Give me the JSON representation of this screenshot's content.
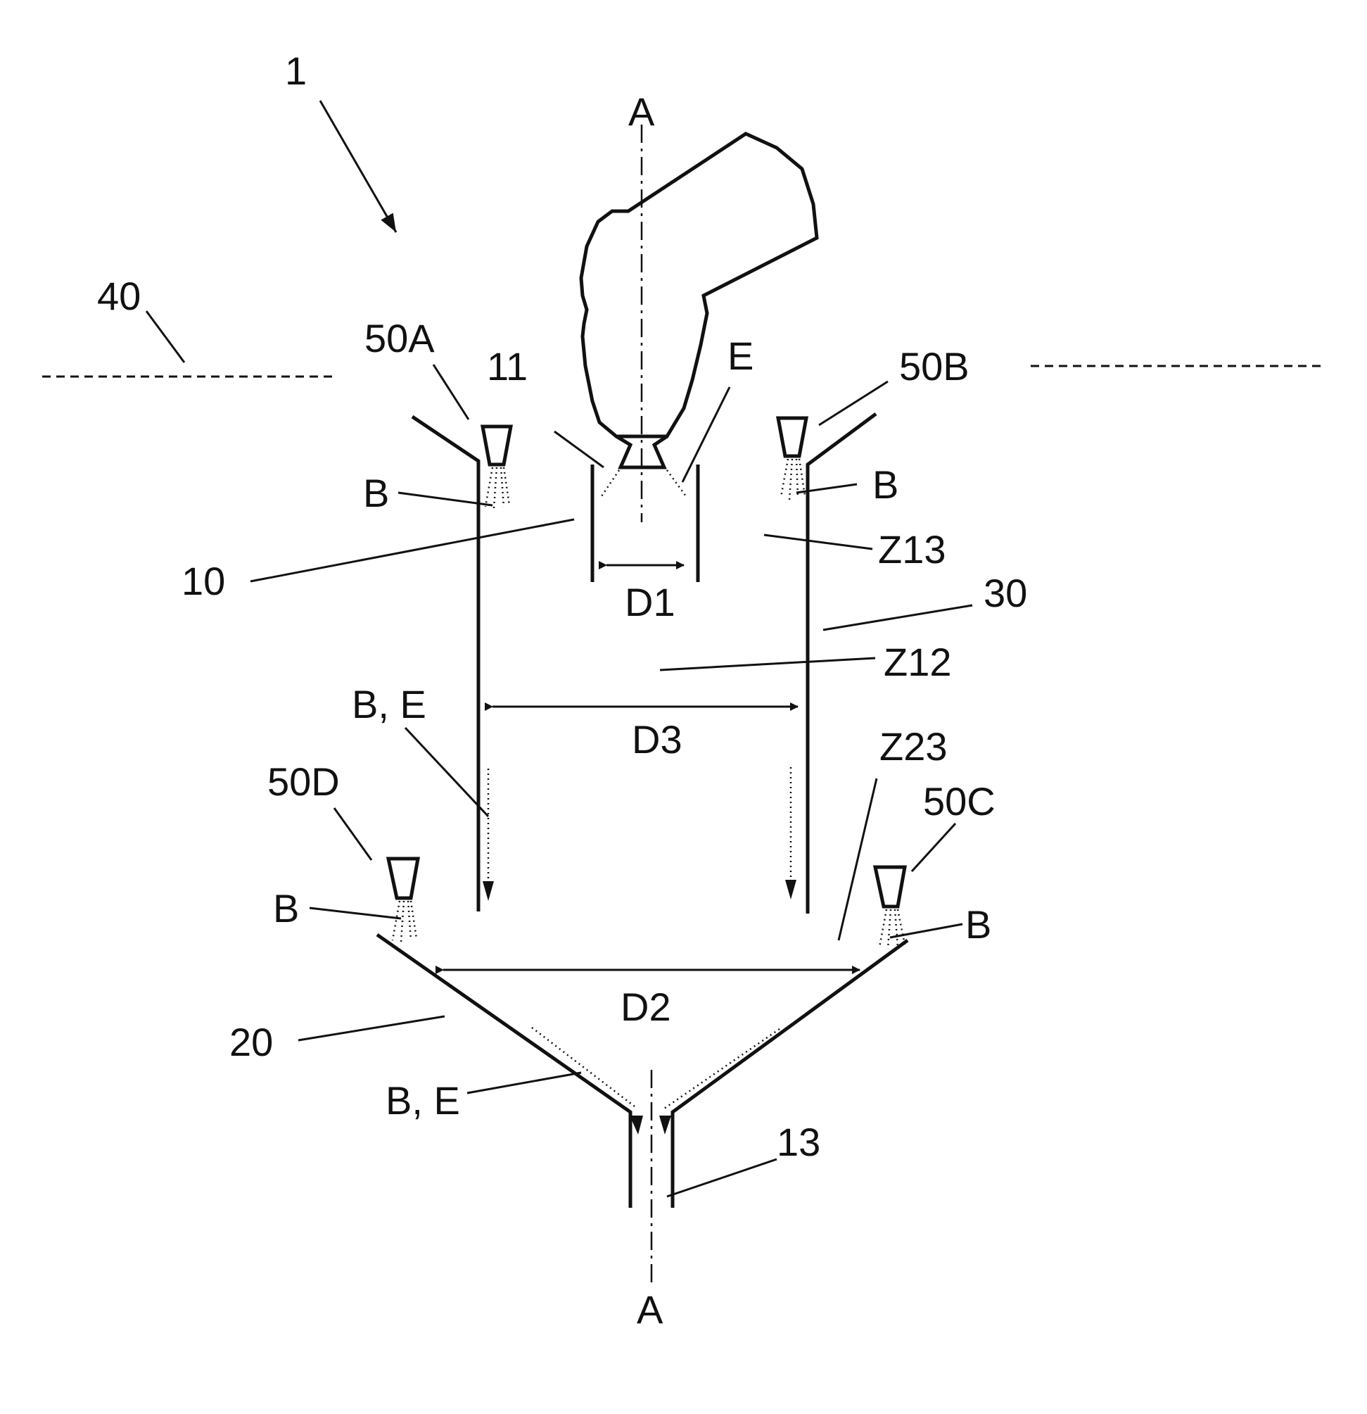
{
  "labels": {
    "device": "1",
    "axis_top": "A",
    "axis_bottom": "A",
    "level": "40",
    "nozzle_a": "50A",
    "nozzle_b": "50B",
    "nozzle_c": "50C",
    "nozzle_d": "50D",
    "ring": "11",
    "e_top": "E",
    "b_a": "B",
    "b_b": "B",
    "b_c": "B",
    "b_d": "B",
    "part_10": "10",
    "z13": "Z13",
    "d1": "D1",
    "part_30": "30",
    "z12": "Z12",
    "be_left": "B, E",
    "d3": "D3",
    "z23": "Z23",
    "d2": "D2",
    "part_20": "20",
    "be_bottom": "B, E",
    "part_13": "13"
  }
}
